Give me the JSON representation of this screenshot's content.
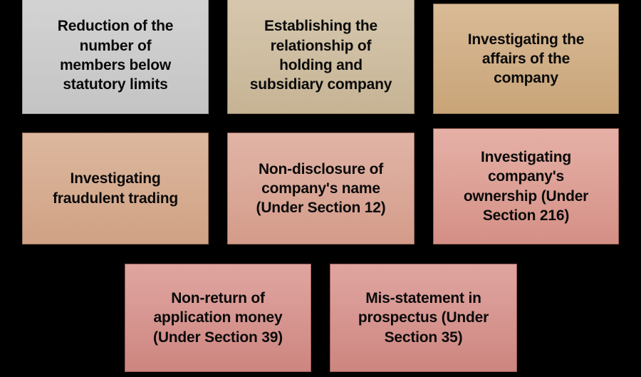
{
  "diagram": {
    "background_color": "#000000",
    "text_color": "#0a0a0a",
    "boxes": [
      {
        "id": "reduction-of-members",
        "label": "Reduction of the\nnumber of\nmembers below\nstatutory limits",
        "fill_color": "#cbcbcb",
        "border_color": "#9b9b9b",
        "row": 1,
        "column": 1
      },
      {
        "id": "holding-subsidiary-relationship",
        "label": "Establishing the\nrelationship of\nholding and\nsubsidiary company",
        "fill_color": "#cdbc9f",
        "border_color": "#8e7f67",
        "row": 1,
        "column": 2
      },
      {
        "id": "investigating-affairs",
        "label": "Investigating the\naffairs of the\ncompany",
        "fill_color": "#d0ae86",
        "border_color": "#8a7352",
        "row": 1,
        "column": 3
      },
      {
        "id": "fraudulent-trading",
        "label": "Investigating\nfraudulent trading",
        "fill_color": "#d6ac90",
        "border_color": "#9a7259",
        "row": 2,
        "column": 1
      },
      {
        "id": "non-disclosure-company-name",
        "label": "Non-disclosure of\ncompany's name\n(Under Section 12)",
        "fill_color": "#daa797",
        "border_color": "#9d6d5e",
        "row": 2,
        "column": 2
      },
      {
        "id": "investigating-ownership",
        "label": "Investigating\ncompany's\nownership (Under\nSection 216)",
        "fill_color": "#dc9f95",
        "border_color": "#9a6158",
        "row": 2,
        "column": 3
      },
      {
        "id": "non-return-application-money",
        "label": "Non-return of\napplication money\n(Under Section 39)",
        "fill_color": "#d6948f",
        "border_color": "#9a5c57",
        "row": 3,
        "column": 1
      },
      {
        "id": "mis-statement-prospectus",
        "label": "Mis-statement in\nprospectus (Under\nSection 35)",
        "fill_color": "#d6948f",
        "border_color": "#9a5c57",
        "row": 3,
        "column": 2
      }
    ]
  }
}
